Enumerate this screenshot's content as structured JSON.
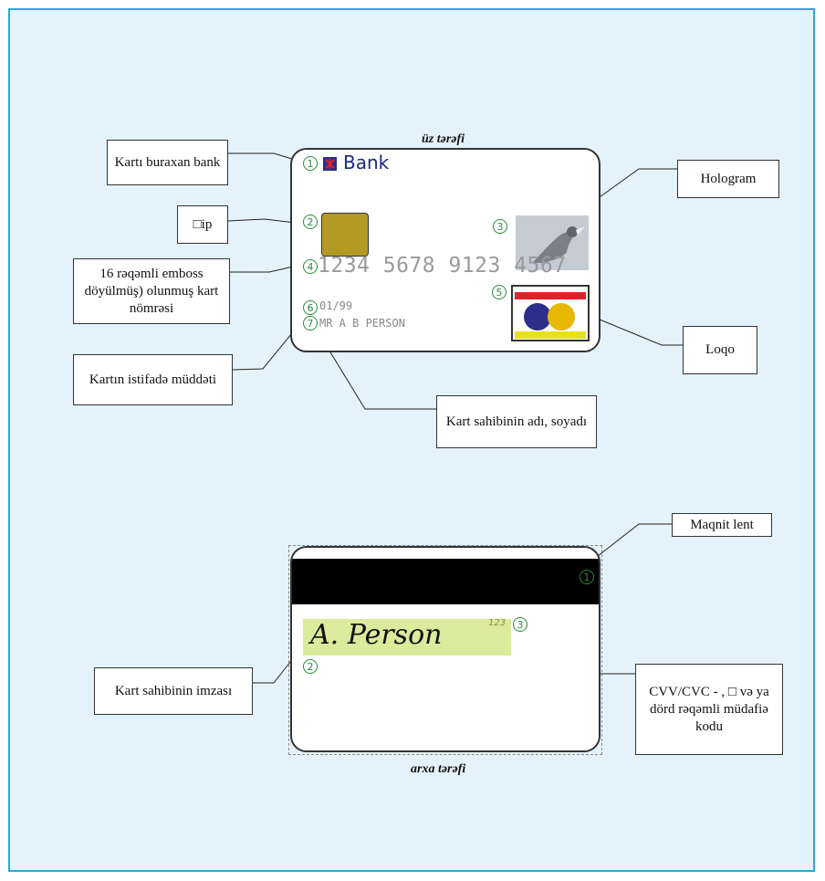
{
  "front_caption": "üz tərəfi",
  "back_caption": "arxa tərəfi",
  "front": {
    "bank_name": "Bank",
    "card_number": "1234 5678 9123 4567",
    "expiry": "01/99",
    "holder": "MR A B PERSON",
    "markers": [
      "1",
      "2",
      "3",
      "4",
      "5",
      "6",
      "7"
    ]
  },
  "back": {
    "signature": "A. Person",
    "cvv": "123",
    "markers": [
      "1",
      "2",
      "3"
    ]
  },
  "labels": {
    "issuer": "Kartı buraxan bank",
    "chip": "□ip",
    "embossed": "16 rəqəmli  emboss döyülmüş) olunmuş kart nömrəsi",
    "validity": "Kartın istifadə müddəti",
    "hologram": "Hologram",
    "logo": "Loqo",
    "holder_name": "Kart sahibinin adı, soyadı",
    "magnetic": "Maqnit lent",
    "signature_label": "Kart sahibinin imzası",
    "cvv_label": "CVV/CVC - , □ və ya dörd rəqəmli müdafiə kodu"
  },
  "colors": {
    "frame": "#29a8dc",
    "background": "#e4f2fb",
    "marker": "#2a8a3a",
    "logo_red": "#e0202a",
    "logo_yellow": "#e6e21a",
    "logo_blue": "#2b2f8a",
    "logo_gold": "#e6b800",
    "chip": "#b39a25",
    "signature_panel": "#dbea9c"
  }
}
